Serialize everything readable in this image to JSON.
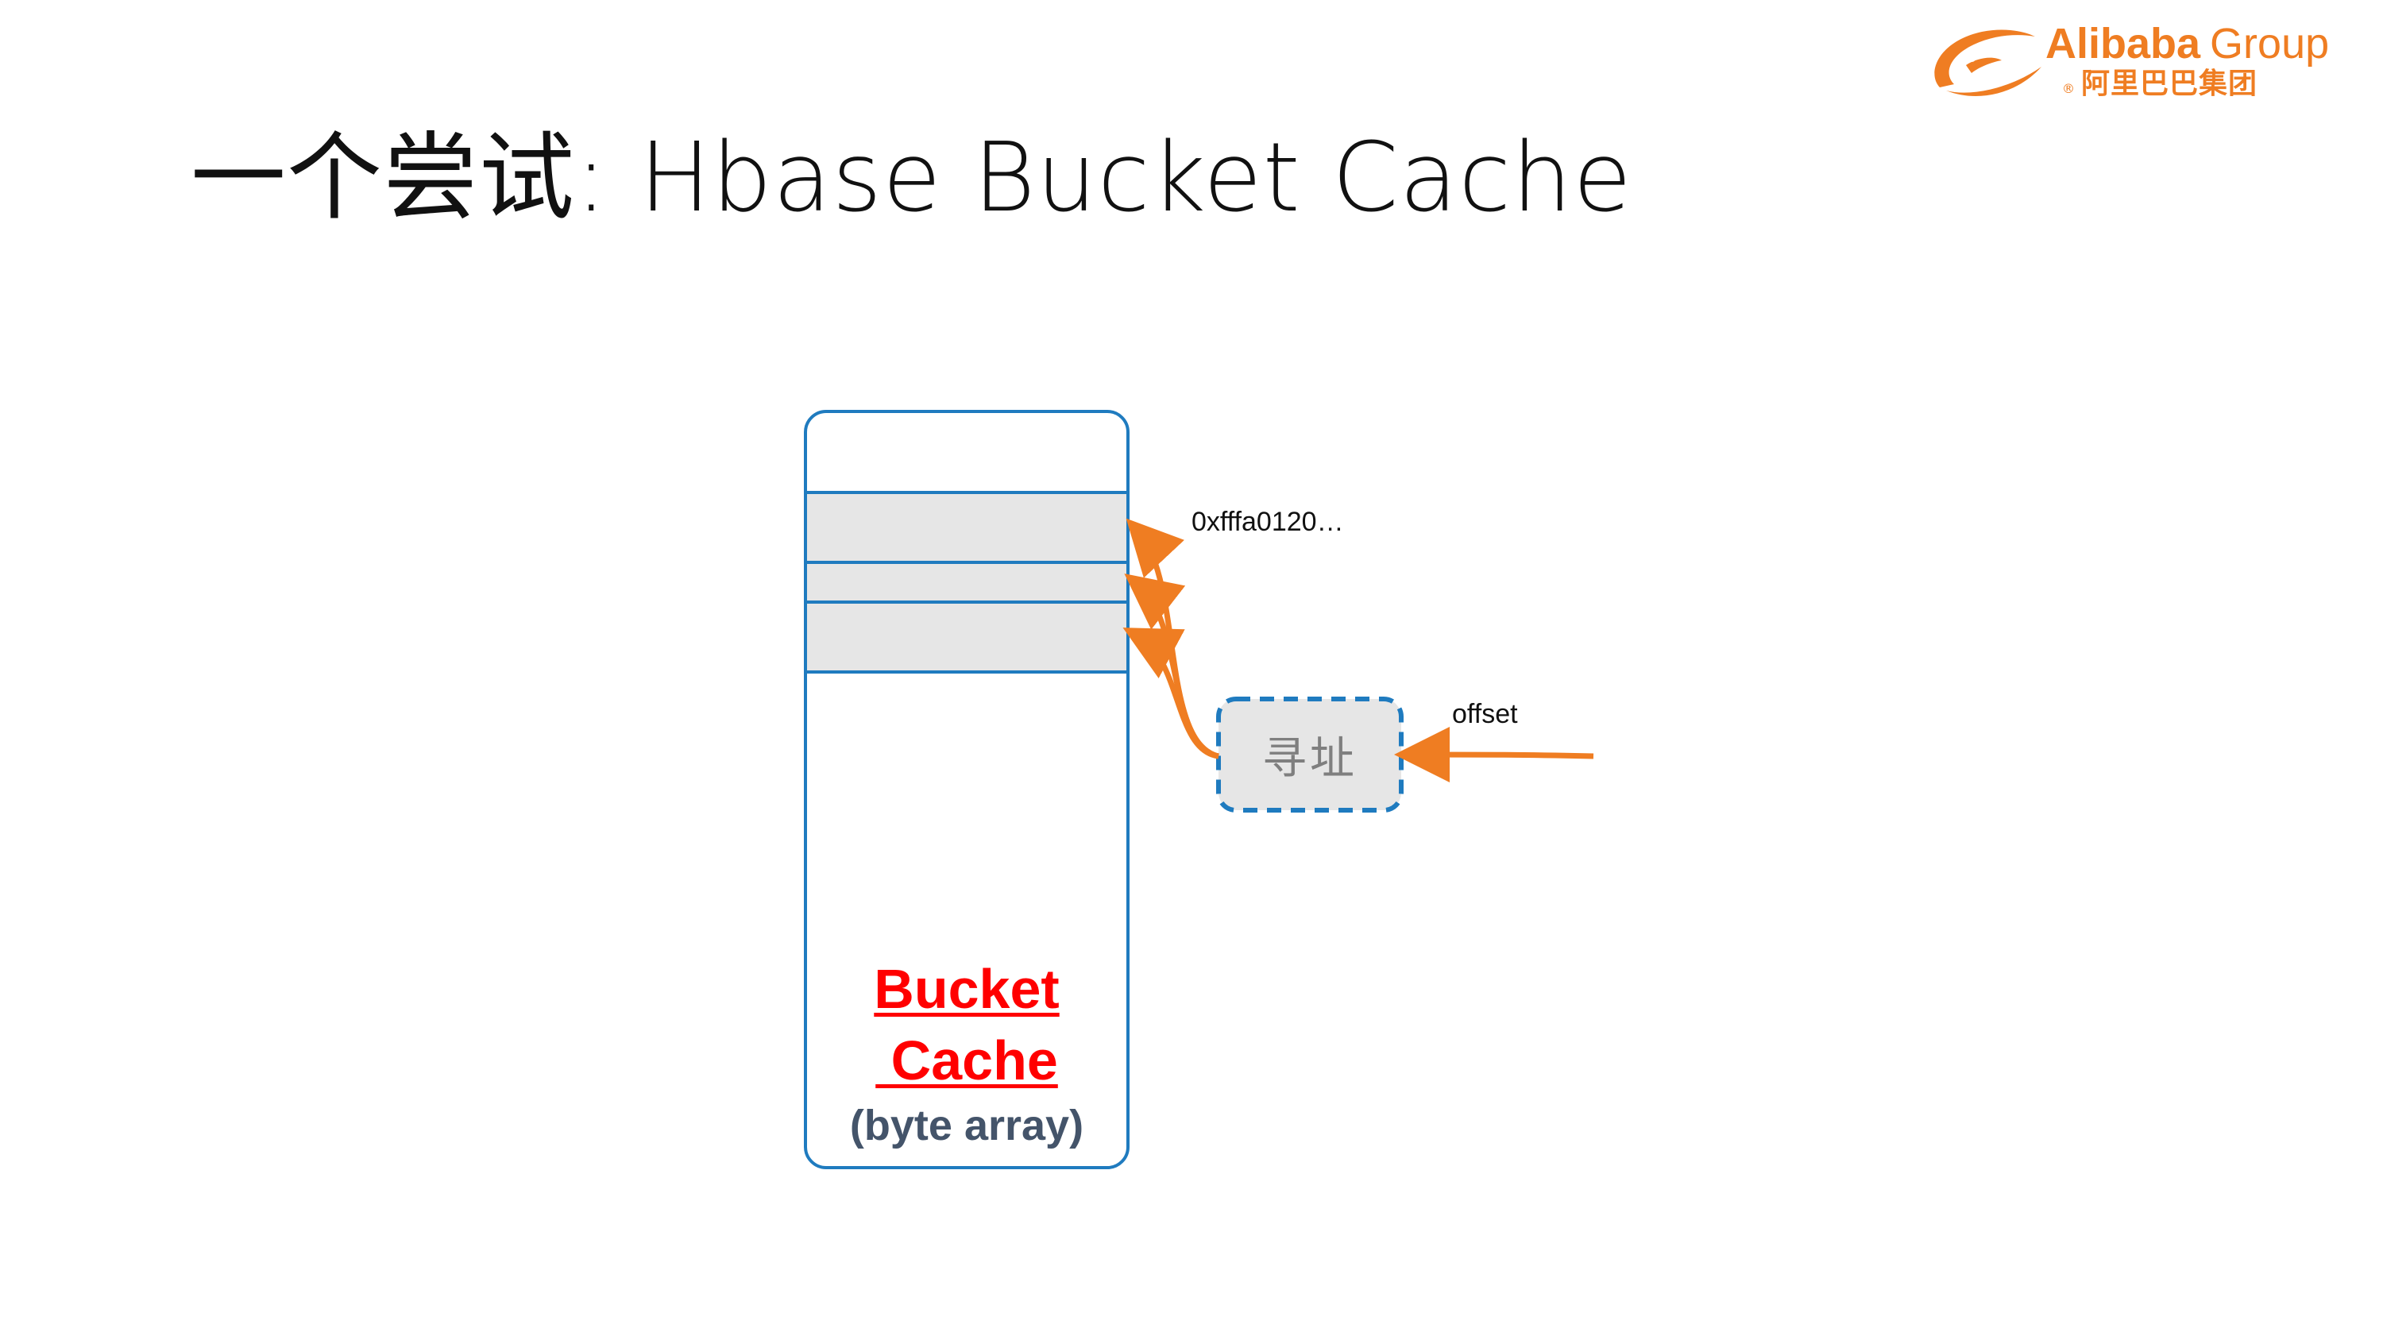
{
  "slide": {
    "title": "一个尝试: Hbase Bucket Cache"
  },
  "logo": {
    "brand": "Alibaba",
    "group": "Group",
    "chinese": "阿里巴巴集团",
    "registered": "®"
  },
  "diagram": {
    "address_label": "0xfffa0120…",
    "lookup_box_label": "寻址",
    "offset_label": "offset",
    "cache_name_line1": "Bucket",
    "cache_name_line2": " Cache",
    "cache_subtitle": "(byte array)"
  },
  "colors": {
    "accent_orange": "#ef7d22",
    "box_blue": "#1f7bbf",
    "slot_fill": "#e6e6e6",
    "cache_name_red": "#ff0000",
    "subtitle_slate": "#44546a"
  }
}
